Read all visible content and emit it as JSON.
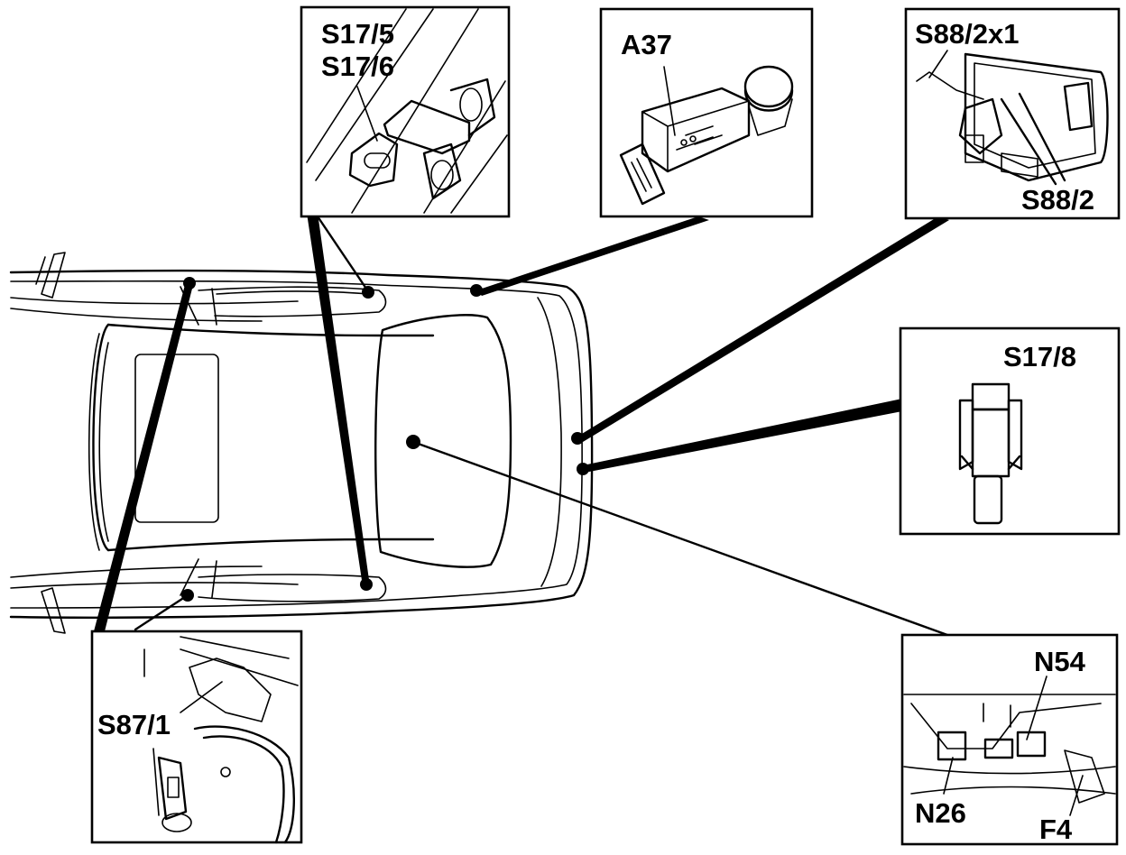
{
  "labels": {
    "s17_5": "S17/5",
    "s17_6": "S17/6",
    "a37": "A37",
    "s88_2x1": "S88/2x1",
    "s88_2": "S88/2",
    "s17_8": "S17/8",
    "n54": "N54",
    "n26": "N26",
    "f4": "F4",
    "s87_1": "S87/1"
  },
  "colors": {
    "ink": "#000000",
    "paper": "#ffffff"
  }
}
